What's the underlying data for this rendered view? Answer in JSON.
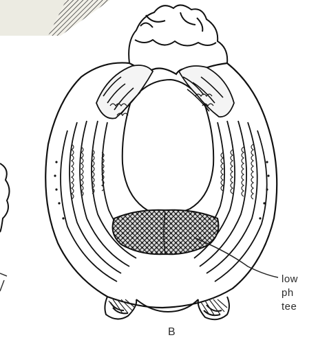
{
  "figure": {
    "panel_label": "B",
    "callout_lines": [
      "low",
      "ph",
      "tee"
    ]
  }
}
